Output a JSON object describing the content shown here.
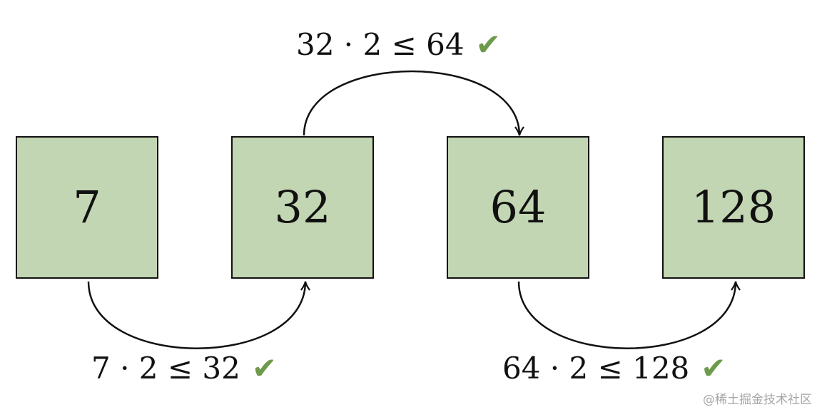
{
  "boxes": [
    "7",
    "32",
    "64",
    "128"
  ],
  "arrow_labels": {
    "first": "7 · 2 ≤ 32",
    "second": "32 · 2 ≤ 64",
    "third": "64 · 2 ≤ 128"
  },
  "check_symbol": "✔",
  "watermark": "@稀土掘金技术社区",
  "colors": {
    "box_fill": "#c3d6b3",
    "box_border": "#111111",
    "check": "#6e9a4b",
    "watermark": "#a6a6a6"
  }
}
